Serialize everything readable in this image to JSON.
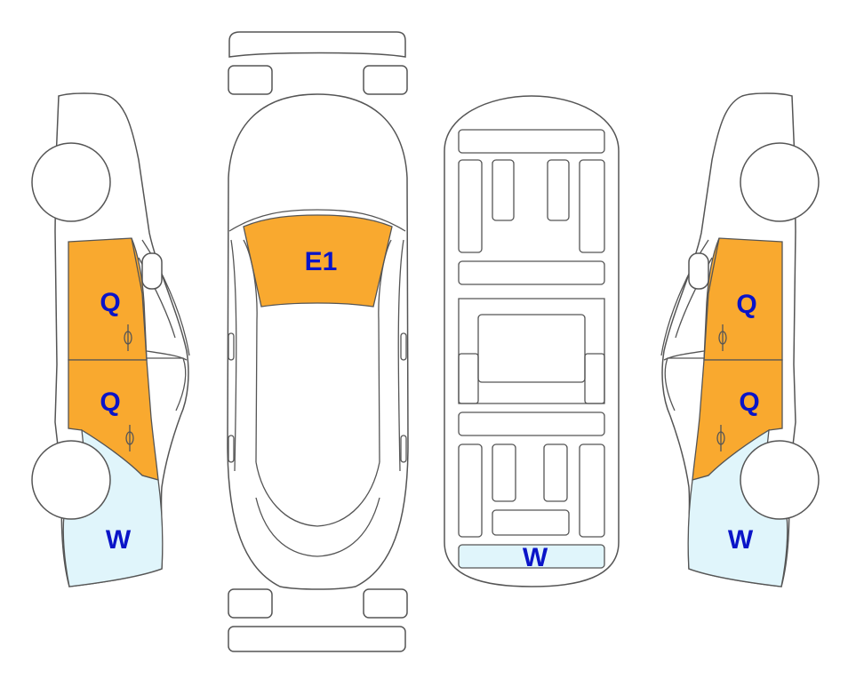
{
  "diagram": {
    "colors": {
      "damage_fill": "#F9A92F",
      "minor_fill": "#E0F5FB",
      "label_color": "#0A14C8",
      "outline": "#555555"
    },
    "left_side": {
      "front_door_label": "Q",
      "rear_door_label": "Q",
      "rear_quarter_label": "W"
    },
    "top_view": {
      "windshield_label": "E1"
    },
    "underbody": {
      "rear_label": "W"
    },
    "right_side": {
      "front_door_label": "Q",
      "rear_door_label": "Q",
      "rear_quarter_label": "W"
    }
  }
}
